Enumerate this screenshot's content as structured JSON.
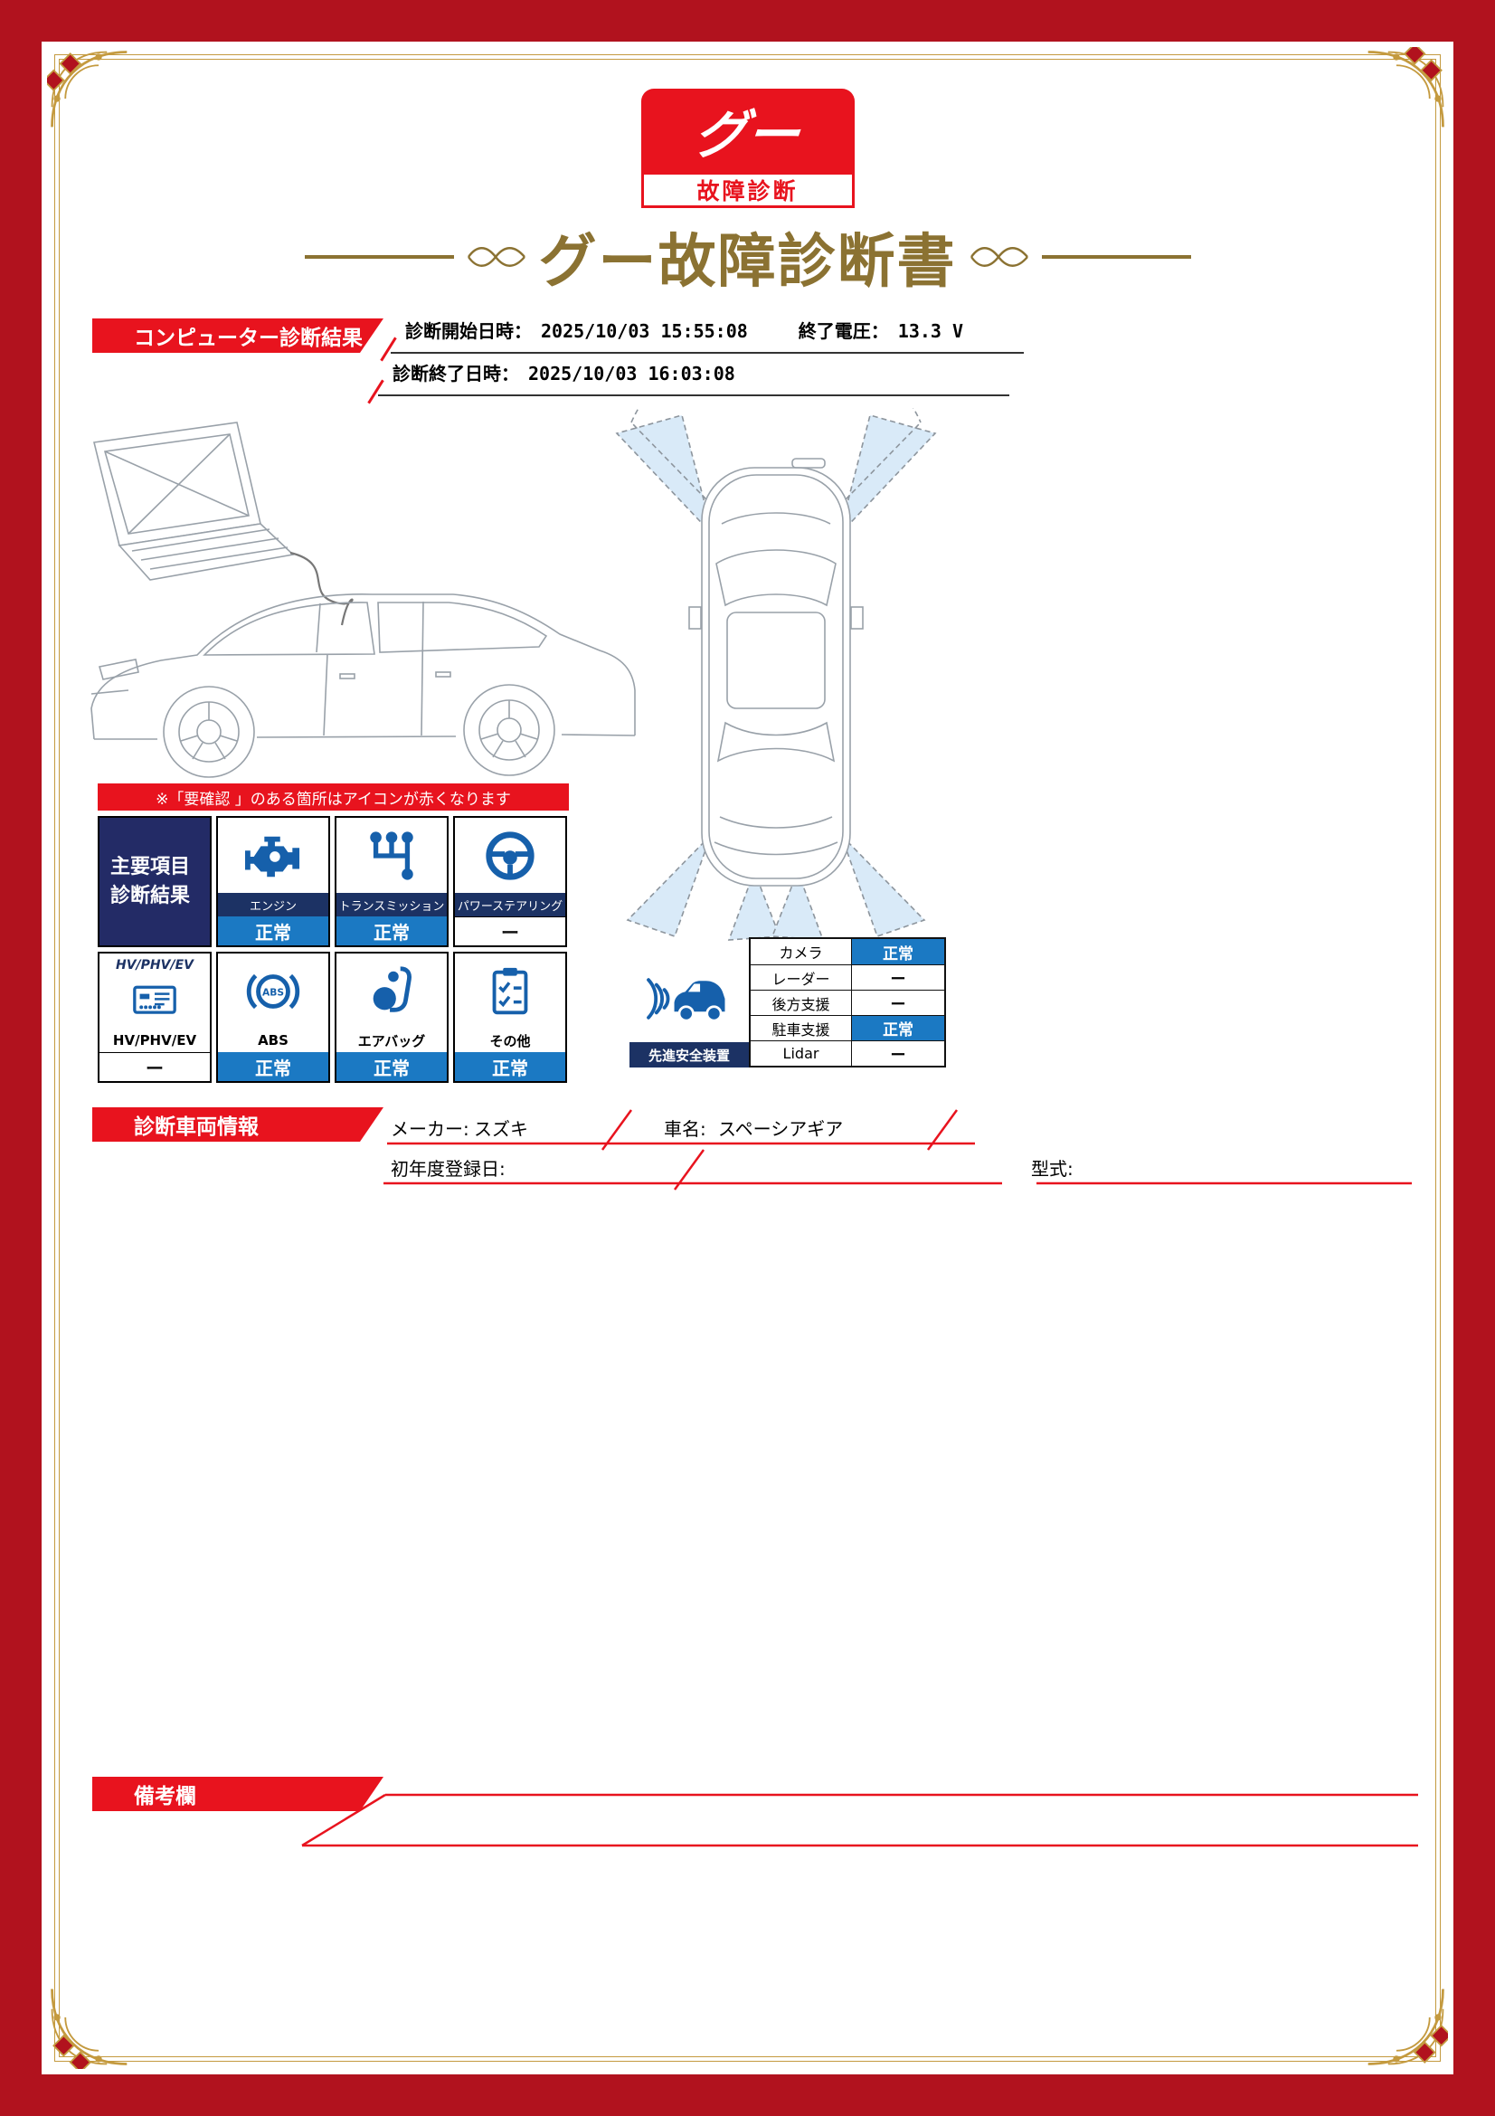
{
  "logo": {
    "main": "グー",
    "sub": "故障診断"
  },
  "title": "グー故障診断書",
  "diagnosis": {
    "banner": "コンピューター診断結果",
    "start_label": "診断開始日時：",
    "start_value": "2025/10/03 15:55:08",
    "voltage_label": "終了電圧：",
    "voltage_value": "13.3 V",
    "end_label": "診断終了日時：",
    "end_value": "2025/10/03 16:03:08"
  },
  "notice": "※「要確認 」のある箇所はアイコンが赤くなります",
  "results": {
    "header_line1": "主要項目",
    "header_line2": "診断結果",
    "items": [
      {
        "label": "エンジン",
        "status": "正常"
      },
      {
        "label": "トランスミッション",
        "status": "正常"
      },
      {
        "label": "パワーステアリング",
        "status": "ー"
      },
      {
        "hv_title": "HV/PHV/EV",
        "label": "HV/PHV/EV",
        "status": "ー"
      },
      {
        "label": "ABS",
        "status": "正常"
      },
      {
        "label": "エアバッグ",
        "status": "正常"
      },
      {
        "label": "その他",
        "status": "正常"
      }
    ]
  },
  "safety": {
    "title": "先進安全装置",
    "rows": [
      {
        "label": "カメラ",
        "status": "正常"
      },
      {
        "label": "レーダー",
        "status": "ー"
      },
      {
        "label": "後方支援",
        "status": "ー"
      },
      {
        "label": "駐車支援",
        "status": "正常"
      },
      {
        "label": "Lidar",
        "status": "ー"
      }
    ]
  },
  "vehicle": {
    "banner": "診断車両情報",
    "maker_label": "メーカー:",
    "maker_value": "スズキ",
    "name_label": "車名:",
    "name_value": "スペーシアギア",
    "reg_label": "初年度登録日:",
    "model_label": "型式:"
  },
  "remarks": {
    "banner": "備考欄"
  },
  "icons": {
    "engine": "engine-icon",
    "transmission": "transmission-shifter-icon",
    "power_steering": "steering-wheel-icon",
    "hv": "ev-control-unit-icon",
    "abs": "abs-brake-icon",
    "airbag": "airbag-seat-icon",
    "other": "checklist-clipboard-icon",
    "safety": "car-sensor-icon"
  },
  "colors": {
    "frame_red": "#b1121e",
    "accent_red": "#e8131e",
    "title_gold": "#8b7232",
    "navy": "#1c3264",
    "header_navy": "#232b66",
    "status_blue": "#1b79c3",
    "icon_blue": "#1660ab",
    "sensor_blue": "#d9eaf8"
  }
}
